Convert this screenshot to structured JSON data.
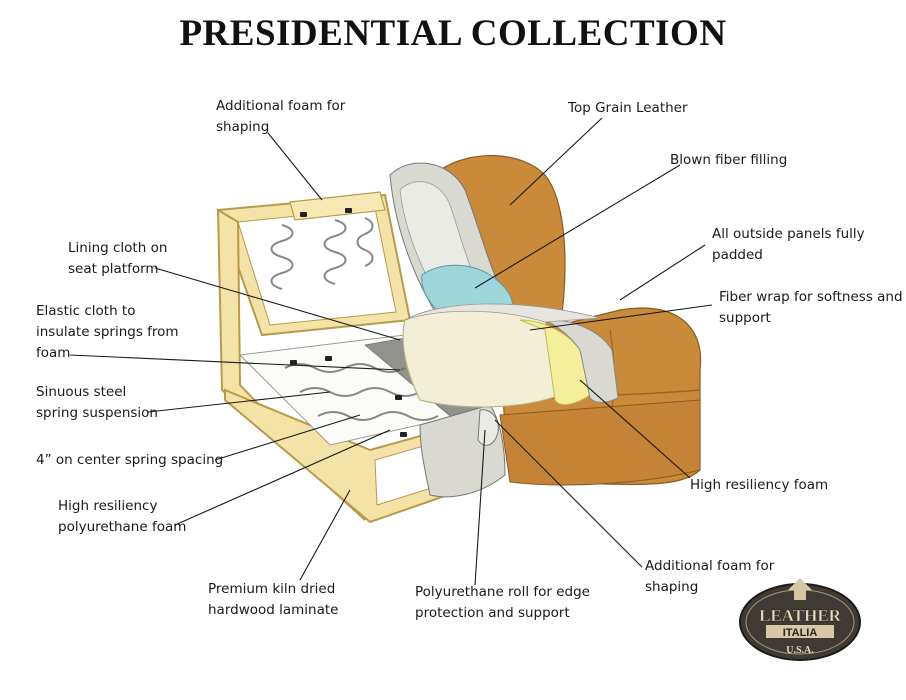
{
  "title": "PRESIDENTIAL COLLECTION",
  "labels": {
    "additional_foam_top": [
      "Additional foam for",
      "shaping"
    ],
    "top_grain_leather": [
      "Top Grain Leather"
    ],
    "blown_fiber": [
      "Blown fiber filling"
    ],
    "outside_panels": [
      "All outside panels fully",
      "padded"
    ],
    "lining_cloth": [
      "Lining cloth on",
      "seat platform"
    ],
    "fiber_wrap": [
      "Fiber wrap for softness and",
      "support"
    ],
    "elastic_cloth": [
      "Elastic cloth to",
      "insulate springs from",
      "foam"
    ],
    "sinuous_steel": [
      "Sinuous steel",
      "spring suspension"
    ],
    "spring_spacing": [
      "4” on center spring spacing"
    ],
    "hr_foam_right": [
      "High resiliency foam"
    ],
    "hr_poly_foam": [
      "High resiliency",
      "polyurethane foam"
    ],
    "additional_foam_bottom": [
      "Additional foam for",
      "shaping"
    ],
    "kiln_dried": [
      "Premium kiln dried",
      "hardwood laminate"
    ],
    "poly_roll": [
      "Polyurethane roll for edge",
      "protection and support"
    ]
  },
  "logo": {
    "brand_top": "LEATHER",
    "brand_mid": "ITALIA",
    "brand_bottom": "U.S.A."
  },
  "colors": {
    "leather": "#c98a3a",
    "leather_dark": "#9e6424",
    "wood": "#f3e3a6",
    "wood_edge": "#b89a4c",
    "fiber": "#d9d9d2",
    "blue_fill": "#9fd6dc",
    "hr_foam": "#f4ef9a",
    "cream_foam": "#f2efd6",
    "line": "#1a1a1a"
  }
}
